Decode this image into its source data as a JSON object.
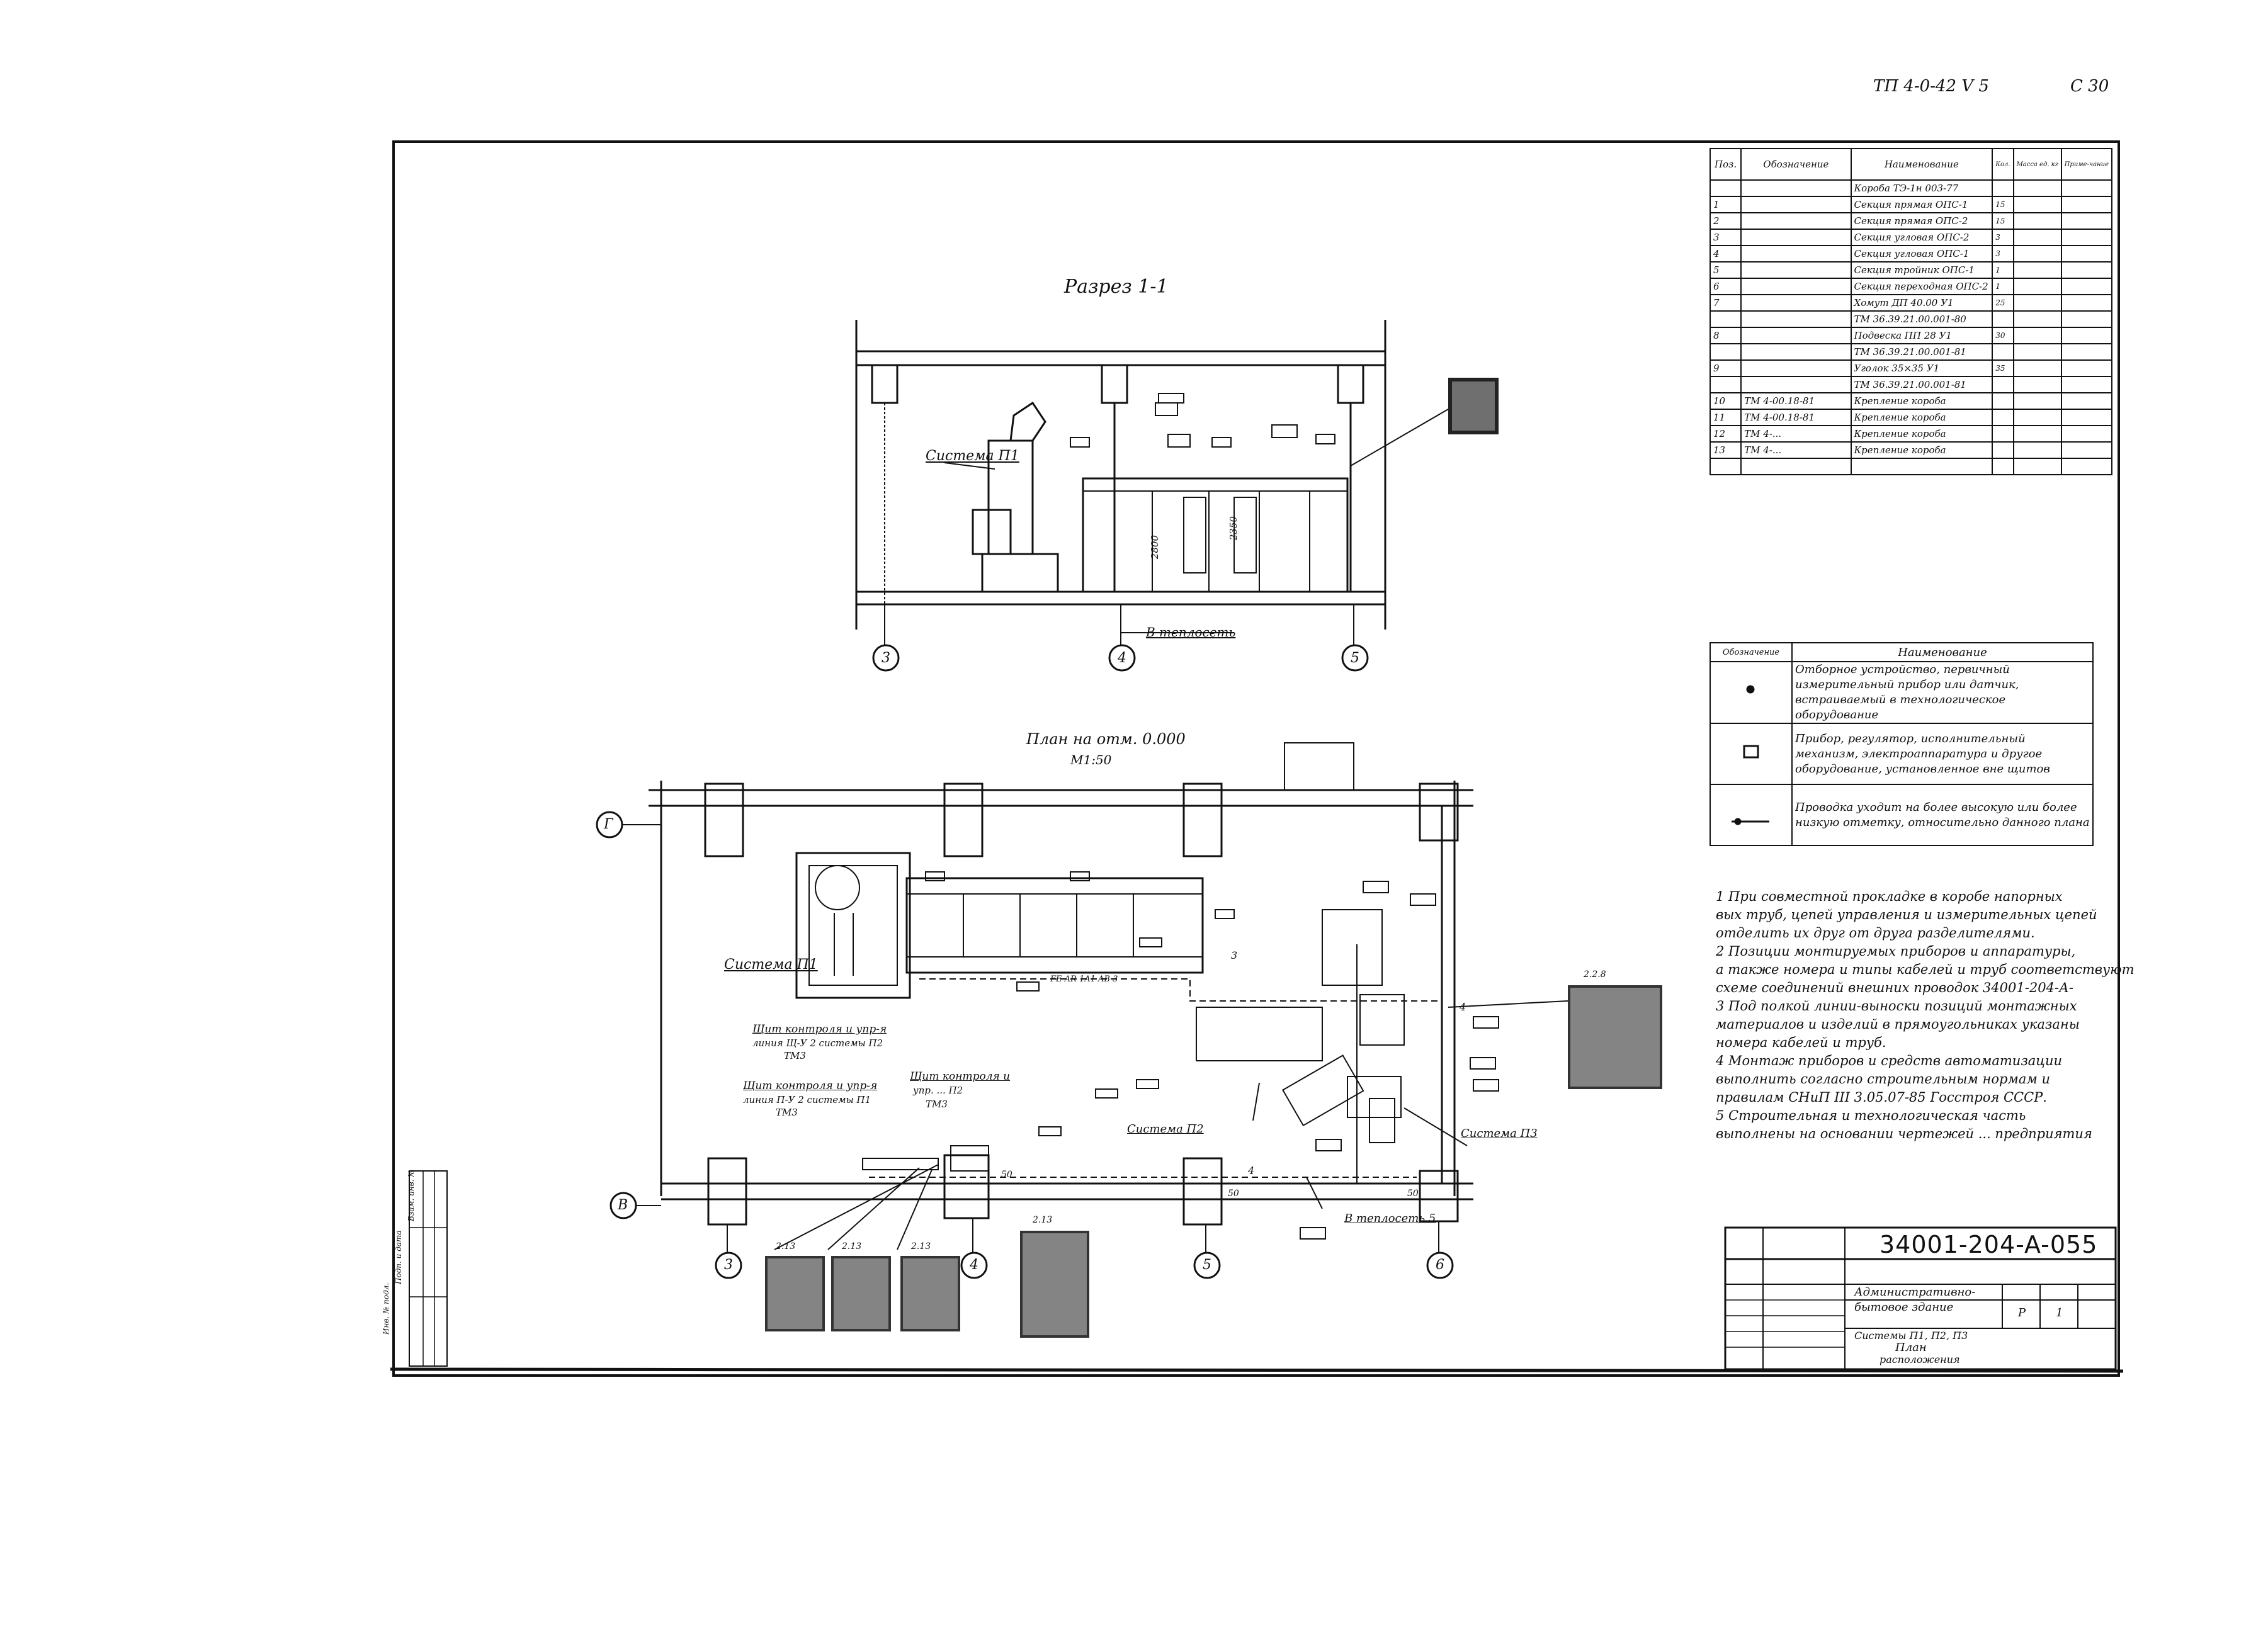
{
  "sheet": {
    "top_code": "ТП 4-0-42 V 5",
    "sheet_no": "С 30",
    "stamp_code": "34001-204-A-055",
    "stamp_lines": [
      "Административно-",
      "бытовое здание",
      "Системы П1, П2, П3",
      "План",
      "расположения"
    ],
    "stamp_stage": "Р",
    "stamp_sheet": "1"
  },
  "section": {
    "title": "Разрез 1-1",
    "labels": {
      "system": "Система П1",
      "to_network": "В теплосеть",
      "dim_2800": "2800",
      "dim_2350": "2350"
    },
    "axes": [
      "3",
      "4",
      "5"
    ]
  },
  "plan": {
    "title": "План на отм. 0.000",
    "scale": "М1:50",
    "row_axes": [
      "Г",
      "В"
    ],
    "col_axes": [
      "3",
      "4",
      "5",
      "6"
    ],
    "labels": {
      "system_p1": "Система П1",
      "system_p2": "Система П2",
      "system_p3": "Система П3",
      "to_network": "В теплосеть 5",
      "panel_1_a": "Щит контроля и упр-я",
      "panel_1_b": "линия Щ-У 2 системы П2",
      "panel_1_c": "ТМ3",
      "panel_2_a": "Щит контроля и упр-я",
      "panel_2_b": "линия П-У 2 системы П1",
      "panel_2_c": "ТМ3",
      "panel_3_a": "Щит контроля и",
      "panel_3_b": "упр. ... П2",
      "panel_3_c": "ТМ3",
      "tag_1": "2.13",
      "tag_2": "2.13",
      "tag_3": "2.13",
      "tag_4": "2.13",
      "tag_5": "2.2.8",
      "num_3": "3",
      "num_4": "4",
      "num_4b": "4",
      "num_50a": "50",
      "num_50b": "50",
      "num_50c": "50",
      "code_1": "FE AR 1A1 AB 3"
    }
  },
  "spec_table": {
    "headers": [
      "Поз.",
      "Обозначение",
      "Наименование",
      "Кол.",
      "Масса ед. кг",
      "Приме-чание"
    ],
    "rows": [
      [
        "",
        "",
        "Короба ТЭ-1н 003-77",
        "",
        "",
        ""
      ],
      [
        "1",
        "",
        "Секция прямая ОПС-1",
        "15",
        "",
        ""
      ],
      [
        "2",
        "",
        "Секция прямая ОПС-2",
        "15",
        "",
        ""
      ],
      [
        "3",
        "",
        "Секция угловая ОПС-2",
        "3",
        "",
        ""
      ],
      [
        "4",
        "",
        "Секция угловая ОПС-1",
        "3",
        "",
        ""
      ],
      [
        "5",
        "",
        "Секция тройник ОПС-1",
        "1",
        "",
        ""
      ],
      [
        "6",
        "",
        "Секция переходная ОПС-2",
        "1",
        "",
        ""
      ],
      [
        "7",
        "",
        "Хомут ДП 40.00 У1",
        "25",
        "",
        ""
      ],
      [
        "",
        "",
        "ТМ 36.39.21.00.001-80",
        "",
        "",
        ""
      ],
      [
        "8",
        "",
        "Подвеска ПП 28 У1",
        "30",
        "",
        ""
      ],
      [
        "",
        "",
        "ТМ 36.39.21.00.001-81",
        "",
        "",
        ""
      ],
      [
        "9",
        "",
        "Уголок 35×35 У1",
        "35",
        "",
        ""
      ],
      [
        "",
        "",
        "ТМ 36.39.21.00.001-81",
        "",
        "",
        ""
      ],
      [
        "10",
        "ТМ 4-00.18-81",
        "Крепление короба",
        "",
        "",
        ""
      ],
      [
        "11",
        "ТМ 4-00.18-81",
        "Крепление короба",
        "",
        "",
        ""
      ],
      [
        "12",
        "ТМ 4-...",
        "Крепление короба",
        "",
        "",
        ""
      ],
      [
        "13",
        "ТМ 4-...",
        "Крепление короба",
        "",
        "",
        ""
      ],
      [
        "",
        "",
        "",
        "",
        "",
        ""
      ]
    ]
  },
  "legend": {
    "headers": [
      "Обозначение",
      "Наименование"
    ],
    "rows": [
      {
        "symbol": "dot",
        "text": "Отборное устройство, первичный измерительный прибор или датчик, встраиваемый в технологическое оборудование"
      },
      {
        "symbol": "square",
        "text": "Прибор, регулятор, исполнительный механизм, электроаппаратура и другое оборудование, установленное вне щитов"
      },
      {
        "symbol": "line",
        "text": "Проводка уходит на более высокую или более низкую отметку, относительно данного плана"
      }
    ]
  },
  "notes": [
    "1 При совместной прокладке в коробе напорных",
    "вых труб, цепей управления и измерительных цепей",
    "отделить их друг от друга разделителями.",
    "2 Позиции монтируемых приборов и аппаратуры,",
    "а также номера и типы кабелей и труб соответствуют",
    "схеме соединений внешних проводок 34001-204-А-",
    "3 Под полкой линии-выноски позиций монтажных",
    "материалов и изделий в прямоугольниках указаны",
    "номера кабелей и труб.",
    "4 Монтаж приборов и средств автоматизации",
    "выполнить согласно строительным нормам и",
    "правилам СНиП III 3.05.07-85 Госстроя СССР.",
    "5 Строительная и технологическая часть",
    "выполнены на основании чертежей ... предприятия"
  ],
  "side_strip": {
    "labels": [
      "Инв. № подл.",
      "Подп. и дата",
      "Взам. инв. №"
    ]
  }
}
